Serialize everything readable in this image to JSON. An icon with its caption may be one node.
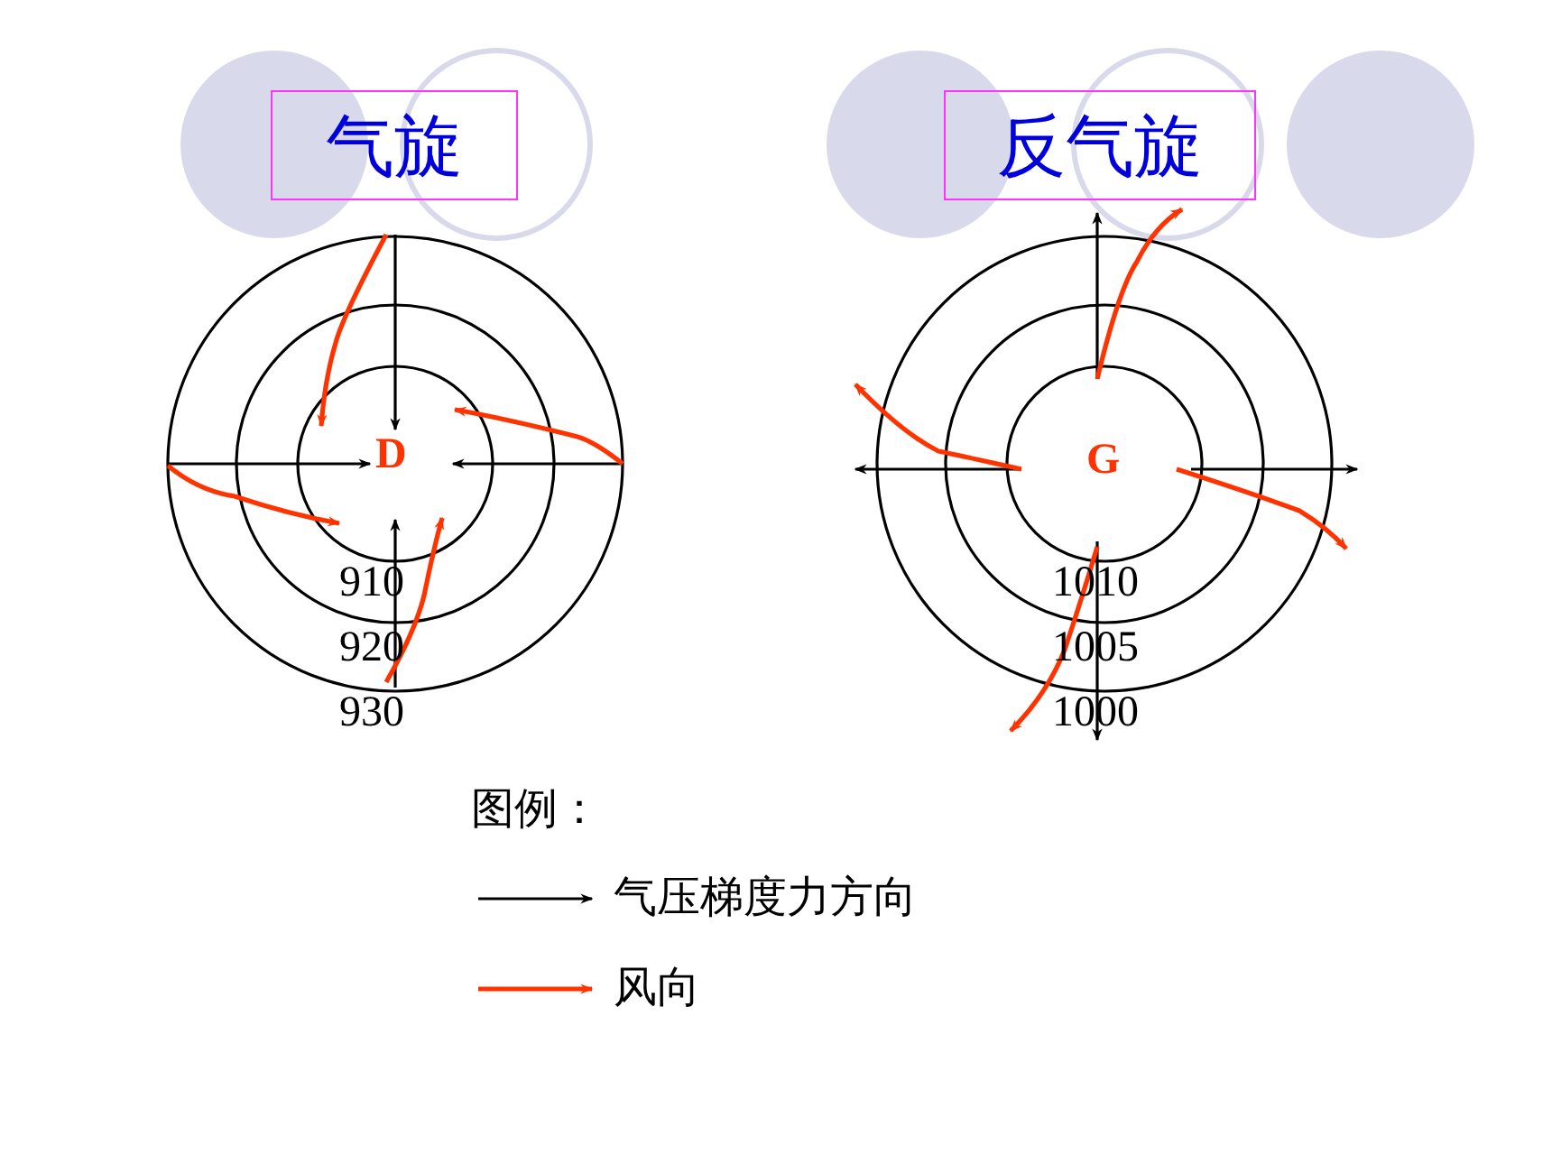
{
  "diagram": {
    "nodes": [
      {
        "text": [
          "气旋"
        ]
      },
      {
        "text": [
          "反气旋"
        ]
      }
    ],
    "edges": [],
    "labels": [
      "D",
      "910",
      "920",
      "930",
      "G",
      "1010",
      "1005",
      "1000",
      "图例："
    ],
    "legend": [
      {
        "text": "气压梯度力方向"
      },
      {
        "text": "风向"
      }
    ]
  }
}
